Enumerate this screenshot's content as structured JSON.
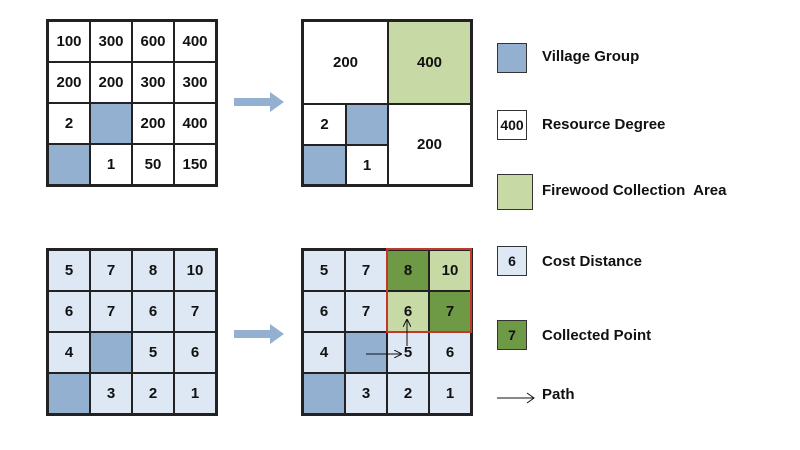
{
  "top_left_grid": [
    "100",
    "300",
    "600",
    "400",
    "200",
    "200",
    "300",
    "300",
    "2",
    "",
    "200",
    "400",
    "",
    "1",
    "50",
    "150"
  ],
  "top_right_grid": {
    "top_left": "200",
    "top_right": "400",
    "bottom_left_a": "2",
    "bottom_left_d": "1",
    "bottom_right": "200"
  },
  "bottom_left_grid": [
    "5",
    "7",
    "8",
    "10",
    "6",
    "7",
    "6",
    "7",
    "4",
    "",
    "5",
    "6",
    "",
    "3",
    "2",
    "1"
  ],
  "bottom_right_grid": [
    "5",
    "7",
    "8",
    "10",
    "6",
    "7",
    "6",
    "7",
    "4",
    "",
    "5",
    "6",
    "",
    "3",
    "2",
    "1"
  ],
  "legend": {
    "village": {
      "label": "Village Group"
    },
    "resource": {
      "sample": "400",
      "label": "Resource Degree"
    },
    "firewood": {
      "label": "Firewood Collection  Area"
    },
    "cost": {
      "sample": "6",
      "label": "Cost Distance"
    },
    "collected": {
      "sample": "7",
      "label": "Collected Point"
    },
    "path": {
      "label": "Path"
    }
  },
  "colors": {
    "village": "#93b0d1",
    "cost_cell": "#dde8f4",
    "firewood": "#c7d9a5",
    "collected": "#6f9a45",
    "highlight_border": "#c0392b",
    "flow_arrow": "#93b0d1"
  }
}
